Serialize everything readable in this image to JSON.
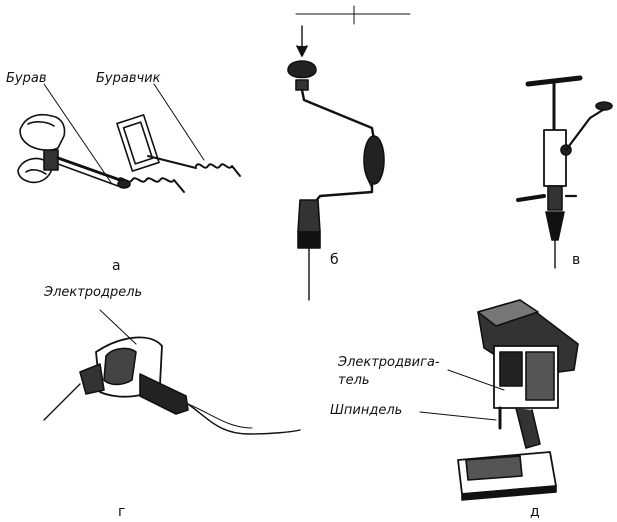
{
  "figure": {
    "panel_a": {
      "letter": "а",
      "label_1": "Бурав",
      "label_2": "Буравчик"
    },
    "panel_b": {
      "letter": "б"
    },
    "panel_v": {
      "letter": "в"
    },
    "panel_g": {
      "letter": "г",
      "label": "Электродрель"
    },
    "panel_d": {
      "letter": "д",
      "label_motor_line1": "Электродвига-",
      "label_motor_line2": "тель",
      "label_spindle": "Шпиндель"
    }
  }
}
